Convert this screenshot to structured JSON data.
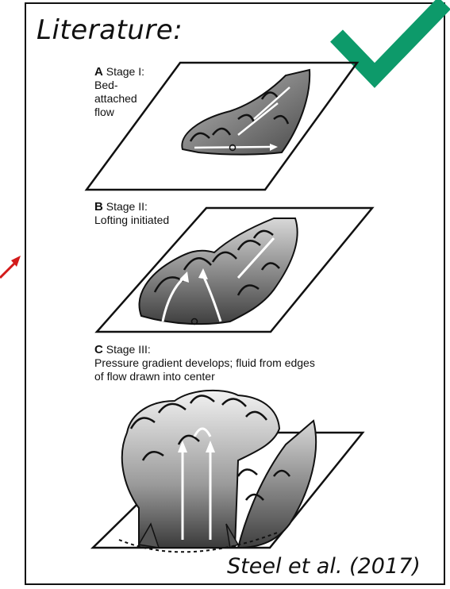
{
  "header": {
    "title": "Literature:"
  },
  "stages": [
    {
      "letter": "A",
      "stage": "Stage I:",
      "description": "Bed-attached flow"
    },
    {
      "letter": "B",
      "stage": "Stage II:",
      "description": "Lofting initiated"
    },
    {
      "letter": "C",
      "stage": "Stage III:",
      "description_line1": "Pressure gradient develops; fluid from edges",
      "description_line2": "of flow drawn into center"
    }
  ],
  "citation": "Steel et al. (2017)",
  "colors": {
    "check_mark": "#0d9a6a",
    "arrow": "#d31a1a",
    "plume_dark": "#555555",
    "plume_light": "#c8c8c8"
  },
  "icons": {
    "check": "check-mark-icon",
    "arrow": "red-arrow-icon"
  }
}
